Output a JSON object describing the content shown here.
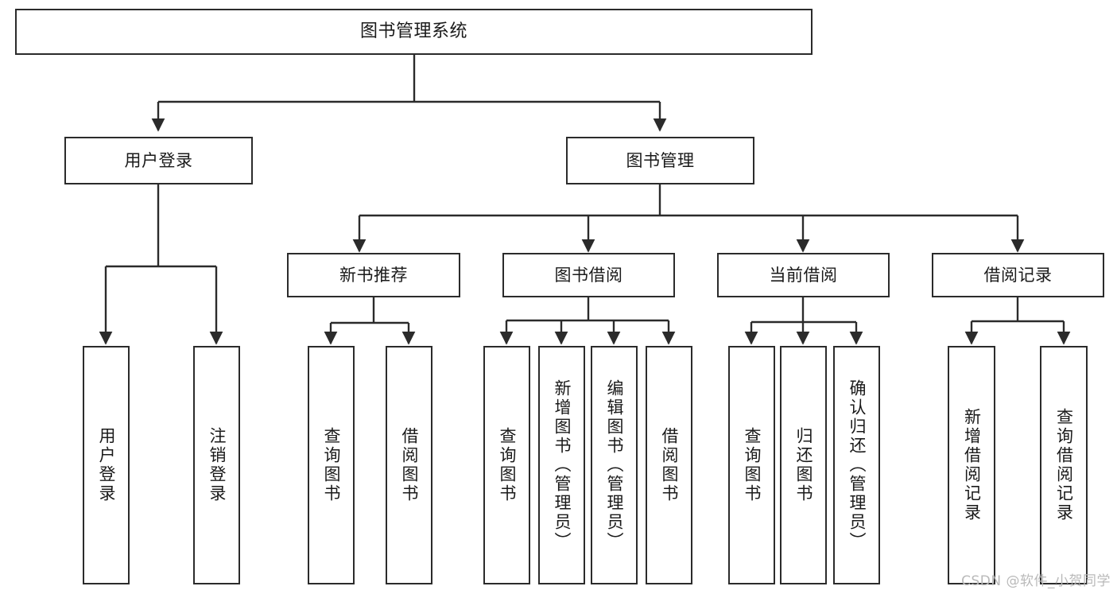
{
  "diagram": {
    "title": "图书管理系统",
    "type": "tree-hierarchy",
    "watermark": "CSDN @软件_小贺同学",
    "colors": {
      "box_border": "#2b2b2b",
      "box_fill": "#ffffff",
      "edge": "#2b2b2b",
      "text": "#1a1a1a",
      "watermark": "#b9b9b9",
      "background": "#ffffff"
    },
    "nodes": {
      "root": {
        "label": "图书管理系统"
      },
      "level2": [
        {
          "id": "user-login",
          "label": "用户登录"
        },
        {
          "id": "book-manage",
          "label": "图书管理"
        }
      ],
      "level3": [
        {
          "id": "new-book-recommend",
          "label": "新书推荐"
        },
        {
          "id": "book-borrow",
          "label": "图书借阅"
        },
        {
          "id": "current-borrow",
          "label": "当前借阅"
        },
        {
          "id": "borrow-record",
          "label": "借阅记录"
        }
      ],
      "leaves": {
        "user_login": [
          {
            "id": "leaf-user-login",
            "label": "用户登录"
          },
          {
            "id": "leaf-logout-login",
            "label": "注销登录"
          }
        ],
        "new_book_recommend": [
          {
            "id": "leaf-query-book-1",
            "label": "查询图书"
          },
          {
            "id": "leaf-borrow-book-1",
            "label": "借阅图书"
          }
        ],
        "book_borrow": [
          {
            "id": "leaf-query-book-2",
            "label": "查询图书"
          },
          {
            "id": "leaf-add-book",
            "label": "新增图书（管理员）"
          },
          {
            "id": "leaf-edit-book",
            "label": "编辑图书（管理员）"
          },
          {
            "id": "leaf-borrow-book-2",
            "label": "借阅图书"
          }
        ],
        "current_borrow": [
          {
            "id": "leaf-query-book-3",
            "label": "查询图书"
          },
          {
            "id": "leaf-return-book",
            "label": "归还图书"
          },
          {
            "id": "leaf-confirm-return",
            "label": "确认归还（管理员）"
          }
        ],
        "borrow_record": [
          {
            "id": "leaf-add-record",
            "label": "新增借阅记录"
          },
          {
            "id": "leaf-query-record",
            "label": "查询借阅记录"
          }
        ]
      }
    }
  }
}
